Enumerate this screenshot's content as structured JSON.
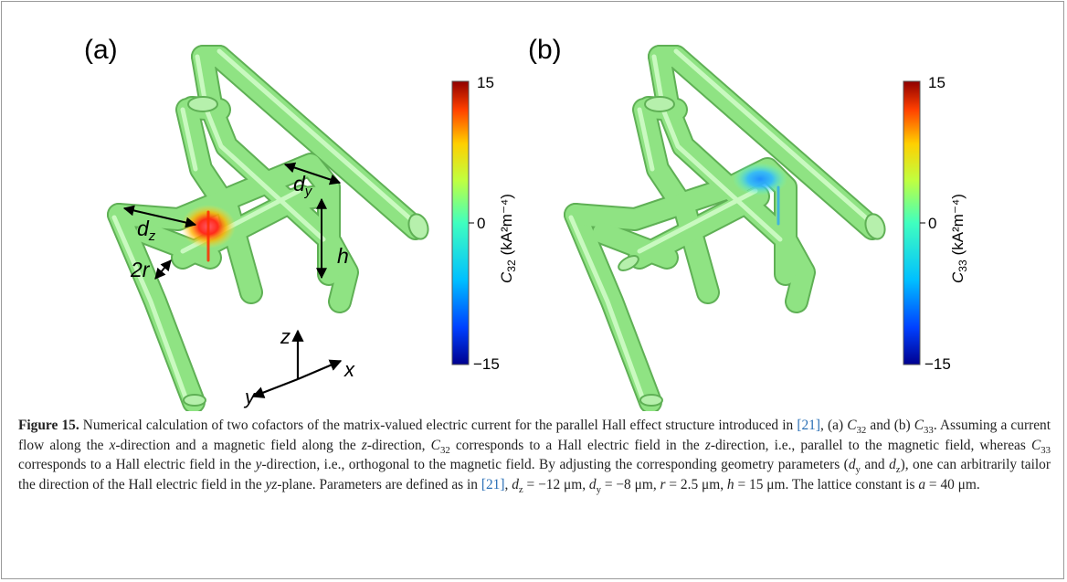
{
  "panel_a": {
    "label": "(a)",
    "colorbar": {
      "max": "15",
      "zero": "0",
      "min": "−15",
      "quantity": "C",
      "quantity_sub": "32",
      "unit": "(kA²m⁻⁴)"
    },
    "annotations": {
      "dy": "d",
      "dy_sub": "y",
      "dz": "d",
      "dz_sub": "z",
      "h": "h",
      "two_r": "2r"
    },
    "axes": {
      "x": "x",
      "y": "y",
      "z": "z"
    }
  },
  "panel_b": {
    "label": "(b)",
    "colorbar": {
      "max": "15",
      "zero": "0",
      "min": "−15",
      "quantity": "C",
      "quantity_sub": "33",
      "unit": "(kA²m⁻⁴)"
    }
  },
  "colorbar_colors": [
    "#00008f",
    "#0040ff",
    "#00c0ff",
    "#40ffbf",
    "#c0ff40",
    "#ffcf00",
    "#ff4000",
    "#8f0000"
  ],
  "tube_color": "#86e07a",
  "caption": {
    "title": "Figure 15.",
    "t1": " Numerical calculation of two cofactors of the matrix-valued electric current for the parallel Hall effect structure introduced in ",
    "ref1": "[21]",
    "t2": ", (a) ",
    "c32": "C",
    "c32_sub": "32",
    "t3": " and (b) ",
    "c33": "C",
    "c33_sub": "33",
    "t4": ". Assuming a current flow along the ",
    "x": "x",
    "t5": "-direction and a magnetic field along the ",
    "z": "z",
    "t6": "-direction, ",
    "c32b": "C",
    "c32b_sub": "32",
    "t7": " corresponds to a Hall electric field in the ",
    "z2": "z",
    "t8": "-direction, i.e., parallel to the magnetic field, whereas ",
    "c33b": "C",
    "c33b_sub": "33",
    "t9": " corresponds to a Hall electric field in the ",
    "y": "y",
    "t10": "-direction, i.e., orthogonal to the magnetic field. By adjusting the corresponding geometry parameters (",
    "dy": "d",
    "dy_sub": "y",
    "t11": " and ",
    "dz": "d",
    "dz_sub": "z",
    "t12": "), one can arbitrarily tailor the direction of the Hall electric field in the ",
    "yz": "yz",
    "t13": "-plane. Parameters are defined as in ",
    "ref2": "[21]",
    "t14": ", ",
    "p_dz": "d",
    "p_dz_sub": "z",
    "p_dz_val": " = −12 μm, ",
    "p_dy": "d",
    "p_dy_sub": "y",
    "p_dy_val": " = −8 μm, ",
    "p_r": "r",
    "p_r_val": " = 2.5 μm, ",
    "p_h": "h",
    "p_h_val": " = 15 μm. The lattice constant is ",
    "p_a": "a",
    "p_a_val": " = 40 μm."
  }
}
